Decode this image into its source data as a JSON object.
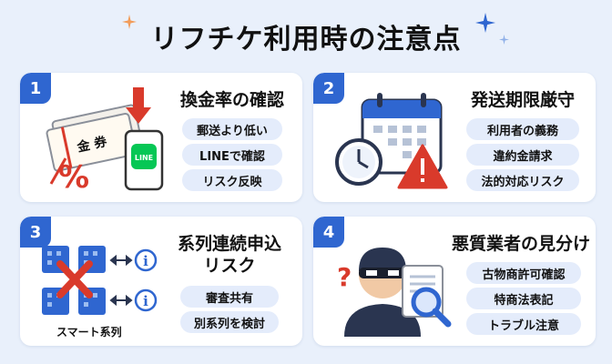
{
  "title": "リフチケ利用時の注意点",
  "colors": {
    "accent": "#2f66d0",
    "pill": "#e4ecfb",
    "background": "#e9f0fb",
    "warning": "#d93a2b",
    "line_green": "#06c755"
  },
  "cards": [
    {
      "number": "1",
      "title": "換金率の確認",
      "pills": [
        "郵送より低い",
        "LINEで確認",
        "リスク反映"
      ],
      "illustration": {
        "ticket_text": "金 券",
        "percent_symbol": "%",
        "phone_badge": "LINE"
      },
      "icons": [
        "gift-ticket-icon",
        "percent-icon",
        "down-arrow-icon",
        "smartphone-line-icon"
      ]
    },
    {
      "number": "2",
      "title": "発送期限厳守",
      "pills": [
        "利用者の義務",
        "違約金請求",
        "法的対応リスク"
      ],
      "icons": [
        "calendar-icon",
        "clock-icon",
        "warning-icon"
      ]
    },
    {
      "number": "3",
      "title_lines": [
        "系列連続申込",
        "リスク"
      ],
      "pills": [
        "審査共有",
        "別系列を検討"
      ],
      "illustration": {
        "label": "スマート系列",
        "info_symbol": "i"
      },
      "icons": [
        "building-icon",
        "cross-icon",
        "arrow-icon",
        "info-icon"
      ]
    },
    {
      "number": "4",
      "title": "悪質業者の見分け",
      "pills": [
        "古物商許可確認",
        "特商法表記",
        "トラブル注意"
      ],
      "icons": [
        "suspicious-person-icon",
        "question-icon",
        "document-magnifier-icon"
      ]
    }
  ]
}
